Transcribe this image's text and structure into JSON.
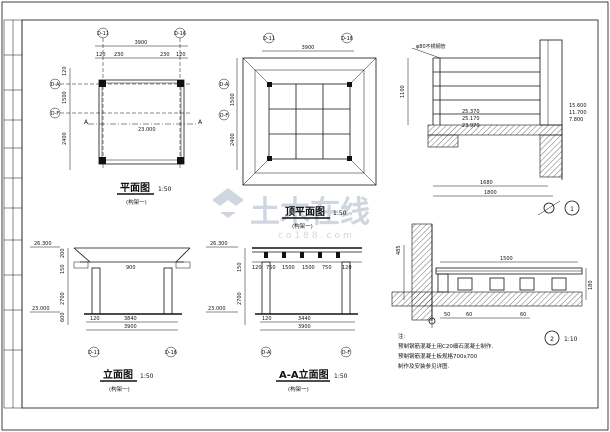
{
  "watermark": {
    "brand": "土木在线",
    "site": "co188.com"
  },
  "plan": {
    "title": "平面图",
    "scale": "1:50",
    "subtitle": "(构架一)",
    "grid_top_left": "D-11",
    "grid_top_right": "D-16",
    "grid_left_top": "D-A",
    "grid_left_bottom": "D-F",
    "dim_total": "3900",
    "dim_a": "120",
    "dim_b": "230",
    "dim_c": "230",
    "dim_d": "120",
    "dim_left_a": "120",
    "dim_left_b": "1500",
    "dim_left_c": "2400",
    "elevation": "23.000",
    "section_mark": "A"
  },
  "ceiling": {
    "title": "顶平面图",
    "scale": "1:50",
    "subtitle": "(构架一)",
    "grid_top_left": "D-11",
    "grid_top_right": "D-16",
    "grid_left_top": "D-A",
    "grid_left_bottom": "D-F",
    "dim_total": "3900",
    "dim_left_a": "1500",
    "dim_left_b": "2400"
  },
  "elevation_view": {
    "title": "立面图",
    "scale": "1:50",
    "subtitle": "(构架一)",
    "level_top": "26.300",
    "level_bottom": "23.000",
    "dim_200": "200",
    "dim_900": "900",
    "dim_150": "150",
    "dim_2700": "2700",
    "dim_600": "600",
    "dim_120": "120",
    "dim_3840": "3840",
    "dim_3900": "3900",
    "grid_left": "D-11",
    "grid_right": "D-16"
  },
  "aa_elevation": {
    "title": "A-A立面图",
    "scale": "1:50",
    "subtitle": "(构架一)",
    "level_top": "26.300",
    "level_bottom": "23.000",
    "dims_top": [
      "120",
      "750",
      "1500",
      "1500",
      "750",
      "120"
    ],
    "dim_150": "150",
    "dim_2700": "2700",
    "dim_120": "120",
    "dim_3440": "3440",
    "dim_3900": "3900",
    "grid_left": "D-A",
    "grid_right": "D-F"
  },
  "detail1": {
    "callout": "φ80不锈钢管",
    "dim_height": "1100",
    "levels_left": [
      "25.370",
      "25.170",
      "23.970"
    ],
    "levels_right": [
      "15.600",
      "11.700",
      "7.800"
    ],
    "dim_bottom_a": "1680",
    "dim_bottom_b": "1800",
    "number": "1"
  },
  "detail2": {
    "dim_top": "1500",
    "dim_left": "485",
    "dim_right": "180",
    "dim_bottom_a": "50",
    "dim_bottom_b": "60",
    "dim_bottom_c": "60",
    "number": "2",
    "scale": "1:10"
  },
  "notes": {
    "heading": "注:",
    "lines": [
      "预制钢筋混凝土用C20细石混凝土制作.",
      "预制钢筋混凝土板规格700x700",
      "制作及安装参见详图."
    ]
  }
}
